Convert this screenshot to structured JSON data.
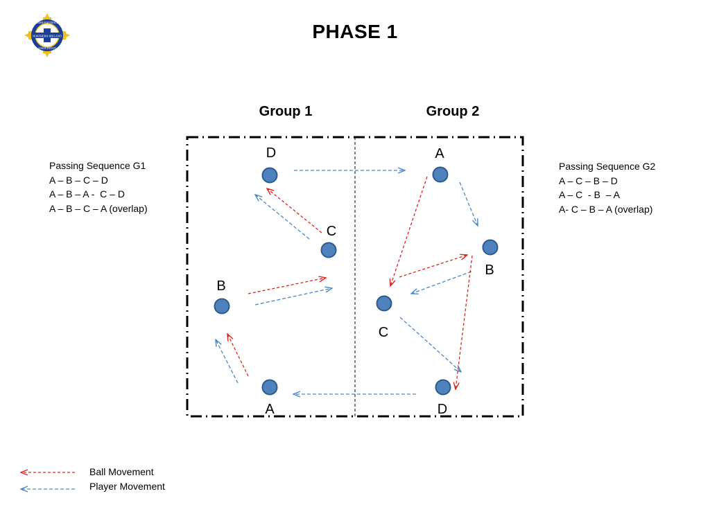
{
  "title": "PHASE 1",
  "logo": {
    "text_top": "IRISH FOOTBALL",
    "text_middle": "NORTHERN IRELAND",
    "text_bottom": "ASSOCIATION",
    "colors": {
      "gold": "#f3c020",
      "blue": "#1b3f94"
    }
  },
  "groups": [
    {
      "title": "Group 1"
    },
    {
      "title": "Group 2"
    }
  ],
  "sequences": {
    "g1": {
      "title": "Passing Sequence G1",
      "lines": [
        "A – B – C – D",
        "A – B – A -  C – D",
        "A – B – C – A (overlap)"
      ]
    },
    "g2": {
      "title": "Passing Sequence G2",
      "lines": [
        "A – C – B – D",
        "A – C  - B  – A",
        "A- C – B – A (overlap)"
      ]
    }
  },
  "players": {
    "g1": {
      "A": "A",
      "B": "B",
      "C": "C",
      "D": "D"
    },
    "g2": {
      "A": "A",
      "B": "B",
      "C": "C",
      "D": "D"
    }
  },
  "legend": {
    "ball": {
      "label": "Ball Movement",
      "color": "#e0201c"
    },
    "player": {
      "label": "Player Movement",
      "color": "#4a86c8"
    }
  },
  "colors": {
    "player_fill": "#4f81bd",
    "player_stroke": "#2d5a8c",
    "border": "#000000"
  }
}
